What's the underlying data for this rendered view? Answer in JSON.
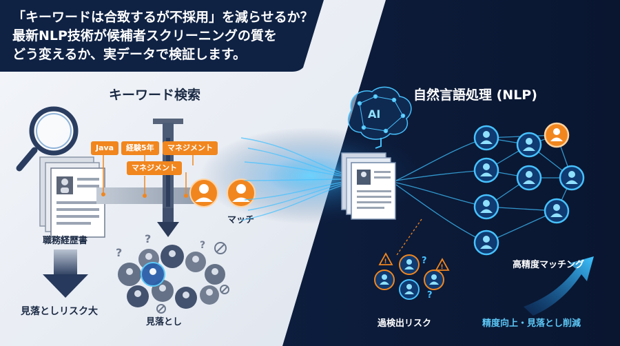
{
  "header": {
    "lines": [
      "「キーワードは合致するが不採用」を減らせるか？",
      "最新NLP技術が候補者スクリーニングの質を",
      "どう変えるか、実データで検証します。"
    ]
  },
  "left": {
    "title": "キーワード検索",
    "tags": [
      "Java",
      "経験5年",
      "マネジメント",
      "マネジメント"
    ],
    "resume_label": "職務経歴書",
    "match_label": "マッチ",
    "missed_label": "見落とし",
    "risk_label": "見落としリスク大"
  },
  "right": {
    "title": "自然言語処理 (NLP)",
    "ai_label": "AI",
    "high_match_label": "高精度マッチング",
    "over_detect_label": "過検出リスク",
    "improve_label": "精度向上・見落とし削減"
  },
  "colors": {
    "accent_orange": "#f1861e",
    "glow_blue": "#39b8f5",
    "navy": "#0d1b35",
    "improve_text": "#5cc8f7"
  }
}
